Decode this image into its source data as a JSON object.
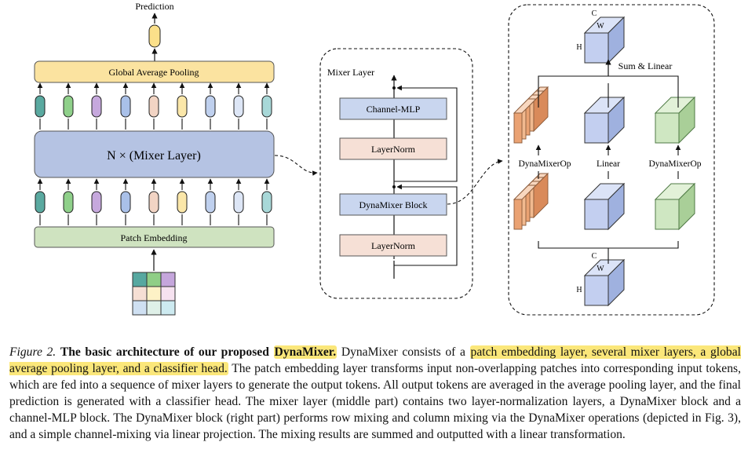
{
  "figure": {
    "prediction": "Prediction",
    "global_pool": "Global Average Pooling",
    "mixer_stack": "N × (Mixer Layer)",
    "patch_embedding": "Patch Embedding",
    "mixer_layer_title": "Mixer Layer",
    "channel_mlp": "Channel-MLP",
    "layernorm_top": "LayerNorm",
    "dynamixer_block": "DynaMixer Block",
    "layernorm_bottom": "LayerNorm",
    "sum_linear": "Sum & Linear",
    "op_left": "DynaMixerOp",
    "op_mid": "Linear",
    "op_right": "DynaMixerOp",
    "cube_c": "C",
    "cube_w": "W",
    "cube_h": "H",
    "token_colors": [
      "#5aa9a0",
      "#8fd08a",
      "#c6a8dd",
      "#a9c0e8",
      "#f2d4c4",
      "#fbe7a9",
      "#bfd0ee",
      "#dde6f6",
      "#a8d8d8"
    ],
    "grid_colors": [
      "#57a8a0",
      "#8fce86",
      "#c5a6dc",
      "#f6dfd4",
      "#fdf2c6",
      "#f6e2f0",
      "#cfe0f2",
      "#dff0e8",
      "#cdeaf0"
    ]
  },
  "caption": {
    "label": "Figure 2.",
    "title_prefix": "The basic architecture of our proposed",
    "title_name": "DynaMixer.",
    "text_1": "DynaMixer consists of a",
    "highlight": "patch embedding layer, several mixer layers, a global average pooling layer, and a classifier head.",
    "text_2": "The patch embedding layer transforms input non-overlapping patches into corresponding input tokens, which are fed into a sequence of mixer layers to generate the output tokens. All output tokens are averaged in the average pooling layer, and the final prediction is generated with a classifier head. The mixer layer (middle part) contains two layer-normalization layers, a DynaMixer block and a channel-MLP block. The DynaMixer block (right part) performs row mixing and column mixing via the DynaMixer operations (depicted in Fig. 3), and a simple channel-mixing via linear projection. The mixing results are summed and outputted with a linear transformation."
  }
}
